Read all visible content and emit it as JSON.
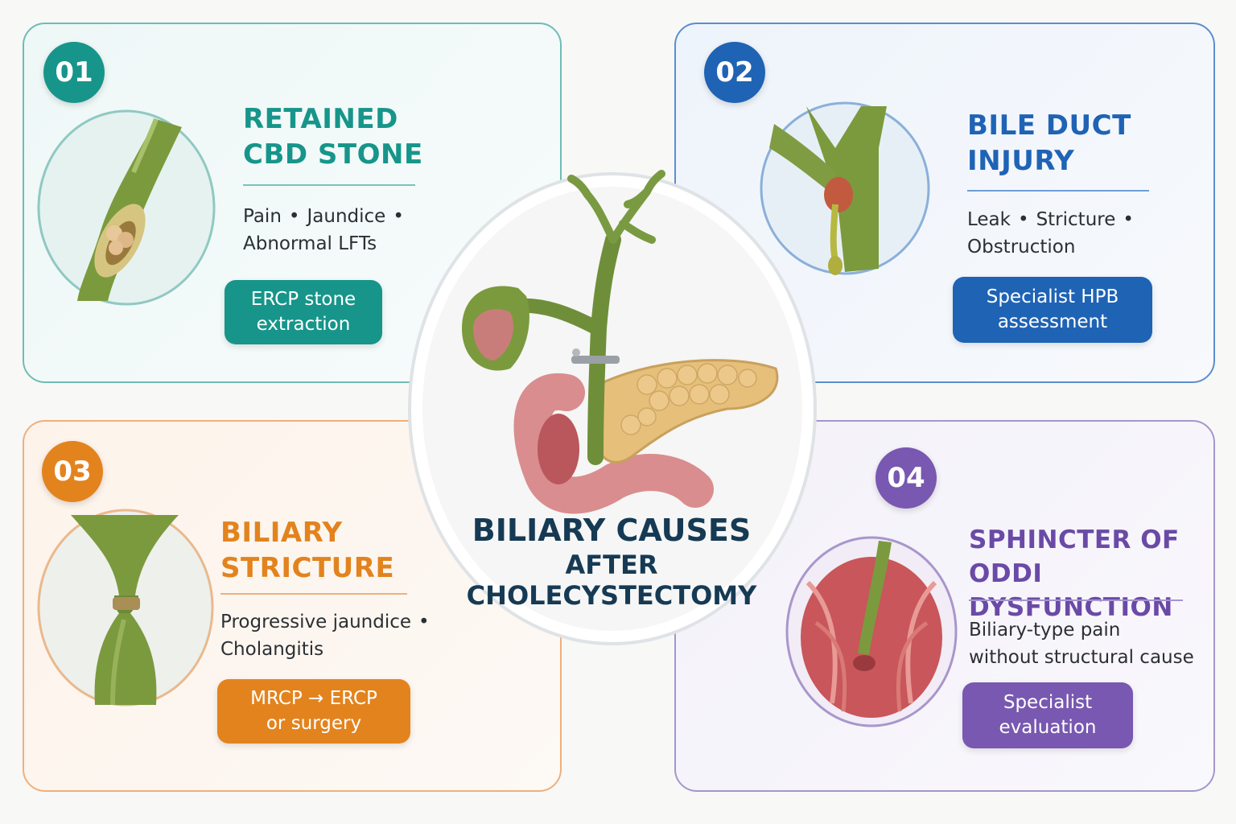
{
  "center": {
    "line1": "BILIARY CAUSES",
    "line2": "AFTER",
    "line3": "CHOLECYSTECTOMY"
  },
  "cards": [
    {
      "number": "01",
      "title_line1": "RETAINED",
      "title_line2": "CBD STONE",
      "desc_line1": [
        "Pain",
        "Jaundice"
      ],
      "desc_line2": "Abnormal LFTs",
      "action_line1": "ERCP stone",
      "action_line2": "extraction",
      "color": "#17958a"
    },
    {
      "number": "02",
      "title_line1": "BILE DUCT",
      "title_line2": "INJURY",
      "desc_line1": [
        "Leak",
        "Stricture"
      ],
      "desc_line2": "Obstruction",
      "action_line1": "Specialist HPB",
      "action_line2": "assessment",
      "color": "#1f63b5"
    },
    {
      "number": "03",
      "title_line1": "BILIARY",
      "title_line2": "STRICTURE",
      "desc_line1": [
        "Progressive jaundice"
      ],
      "desc_line2": "Cholangitis",
      "action_line1": "MRCP → ERCP",
      "action_line2": "or surgery",
      "color": "#e3831e"
    },
    {
      "number": "04",
      "title_line1": "SPHINCTER OF",
      "title_line2": "ODDI DYSFUNCTION",
      "desc_line1": [
        "Biliary-type pain"
      ],
      "desc_line2": "without structural cause",
      "action_line1": "Specialist",
      "action_line2": "evaluation",
      "color": "#7858b0"
    }
  ],
  "bullet": "•",
  "icons": {
    "center": "biliary-anatomy-illustration",
    "card1": "cbd-stone-icon",
    "card2": "bile-leak-icon",
    "card3": "duct-stricture-icon",
    "card4": "sphincter-icon"
  }
}
